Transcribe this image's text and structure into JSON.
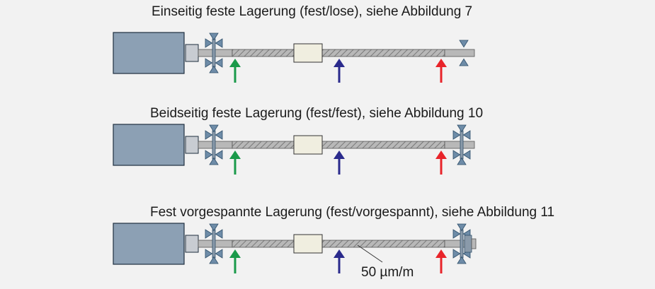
{
  "diagrams": [
    {
      "id": "fest-lose",
      "caption": "Einseitig feste Lagerung (fest/lose), siehe Abbildung 7",
      "right_bearing": "lose"
    },
    {
      "id": "fest-fest",
      "caption": "Beidseitig feste Lagerung (fest/fest), siehe Abbildung 10",
      "right_bearing": "fest"
    },
    {
      "id": "fest-vorgespannt",
      "caption": "Fest vorgespannte Lagerung (fest/vorgespannt), siehe Abbildung 11",
      "right_bearing": "vorgespannt",
      "strain_label": "50 µm/m"
    }
  ],
  "colors": {
    "background": "#f2f2f2",
    "motor": "#8ca0b4",
    "shaft": "#b8b8b8",
    "nut": "#f0eee0",
    "bearing_triangle": "#6e8ca8",
    "arrow_green": "#1a9a4a",
    "arrow_blue": "#2a2a8c",
    "arrow_red": "#e8242a"
  }
}
